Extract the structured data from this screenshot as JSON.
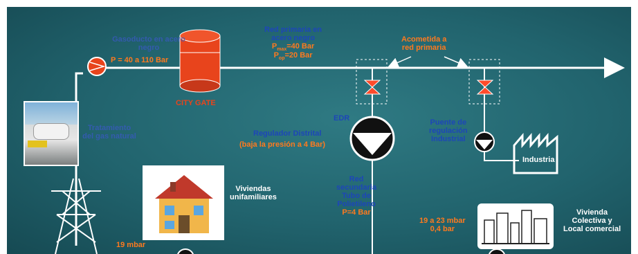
{
  "labels": {
    "gasoducto": "Gasoducto en acero negro",
    "gasoducto_pressure": "P = 40 a 110  Bar",
    "city_gate": "CITY GATE",
    "red_primaria_l1": "Red  primaria en",
    "red_primaria_l2": "acero negro",
    "p_max_label": "P",
    "p_max_sub": "max",
    "p_max_value": "=40 Bar",
    "p_op_label": "P",
    "p_op_sub": "op",
    "p_op_value": "=20 Bar",
    "acometida_l1": "Acometida a",
    "acometida_l2": "red  primaria",
    "tratamiento": "Tratamiento del gas natural",
    "edr": "EDR",
    "regulador": "Regulador Distrital",
    "regulador_desc": "(baja la presión  a 4 Bar)",
    "puente_l1": "Puente de",
    "puente_l2": "regulación",
    "puente_l3": "Industrial",
    "industria": "Industria",
    "viviendas_l1": "Viviendas",
    "viviendas_l2": "unifamiliares",
    "red_sec_l1": "Red",
    "red_sec_l2": "secundaria",
    "red_sec_l3": "Tubo de",
    "red_sec_l4": "Polietileno",
    "red_sec_l5": "P=4 Bar",
    "mbar_19_23": "19 a 23 mbar",
    "bar_04": "0,4 bar",
    "vivienda_col_l1": "Vivienda",
    "vivienda_col_l2": "Colectiva y",
    "vivienda_col_l3": "Local comercial",
    "mbar_19": "19 mbar"
  },
  "colors": {
    "pipe": "#ffffff",
    "tank": "#e8441c",
    "compressor": "#e8441c",
    "valve": "#ff4b2b",
    "label_blue": "#1d46b8",
    "label_orange": "#ff7a1e"
  },
  "icons": [
    "compressor-icon",
    "storage-tank-icon",
    "valve-icon",
    "regulator-icon",
    "factory-icon",
    "oil-derrick-icon",
    "house-icon",
    "city-buildings-icon"
  ]
}
